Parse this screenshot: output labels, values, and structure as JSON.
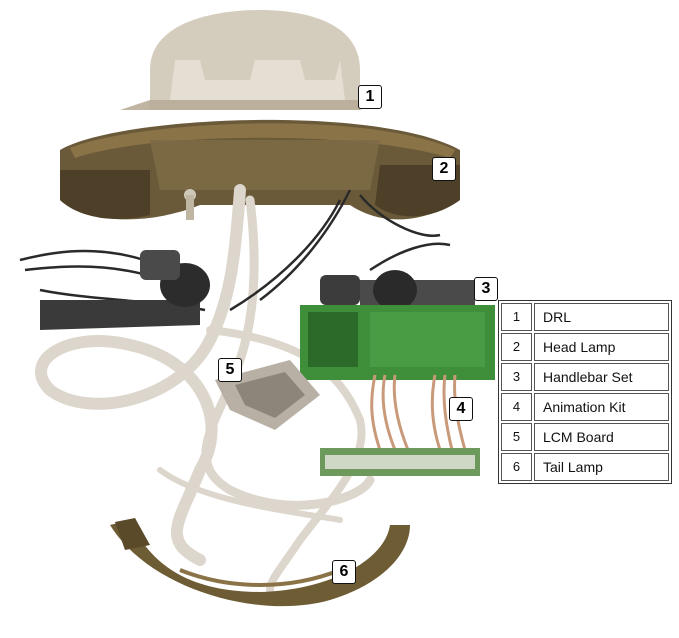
{
  "callouts": [
    {
      "number": "1"
    },
    {
      "number": "2"
    },
    {
      "number": "3"
    },
    {
      "number": "4"
    },
    {
      "number": "5"
    },
    {
      "number": "6"
    }
  ],
  "legend": {
    "items": [
      {
        "number": "1",
        "label": "DRL"
      },
      {
        "number": "2",
        "label": "Head Lamp"
      },
      {
        "number": "3",
        "label": "Handlebar Set"
      },
      {
        "number": "4",
        "label": "Animation Kit"
      },
      {
        "number": "5",
        "label": "LCM Board"
      },
      {
        "number": "6",
        "label": "Tail Lamp"
      }
    ]
  },
  "colors": {
    "drl_housing": "#c9bfae",
    "head_lamp_body": "#6b5a3a",
    "head_lamp_edge": "#8a7447",
    "pcb_green": "#3f8f3a",
    "pcb_dark": "#2c6a2a",
    "cable_white": "#dcd6cc",
    "wire_black": "#2a2a2a",
    "tail_lamp": "#6e5c35"
  }
}
